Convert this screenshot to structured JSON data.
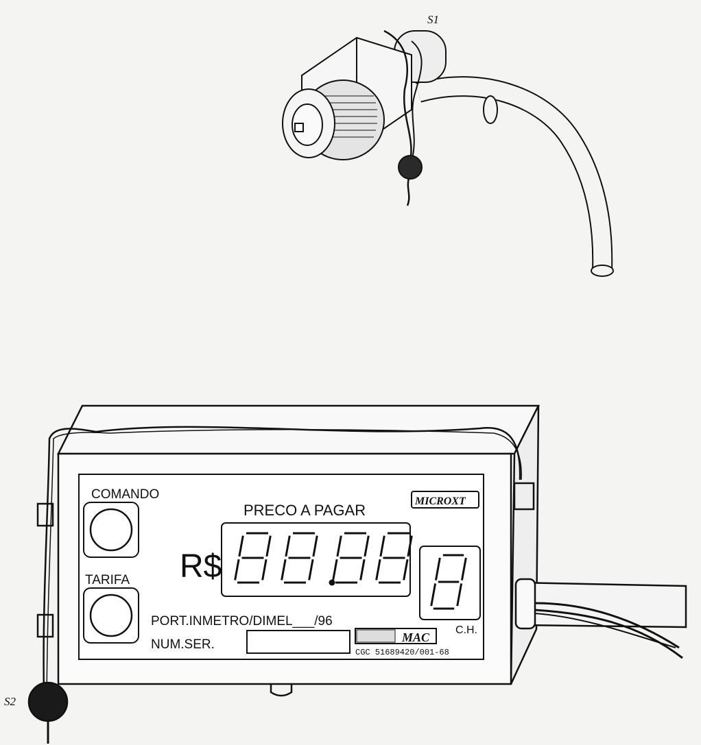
{
  "seal_labels": {
    "s1": "S1",
    "s2": "S2"
  },
  "panel": {
    "comando": "COMANDO",
    "tarifa": "TARIFA",
    "preco": "PRECO A PAGAR",
    "currency": "R$",
    "display_digits": [
      "8",
      "8",
      "8",
      "8"
    ],
    "ch_digit": "8",
    "ch_label": "C.H.",
    "brand": "MICROXT",
    "port": "PORT.INMETRO/DIMEL___/96",
    "num_ser": "NUM.SER.",
    "mac_logo": "MAC",
    "cgc": "CGC 51689420/001-68"
  }
}
